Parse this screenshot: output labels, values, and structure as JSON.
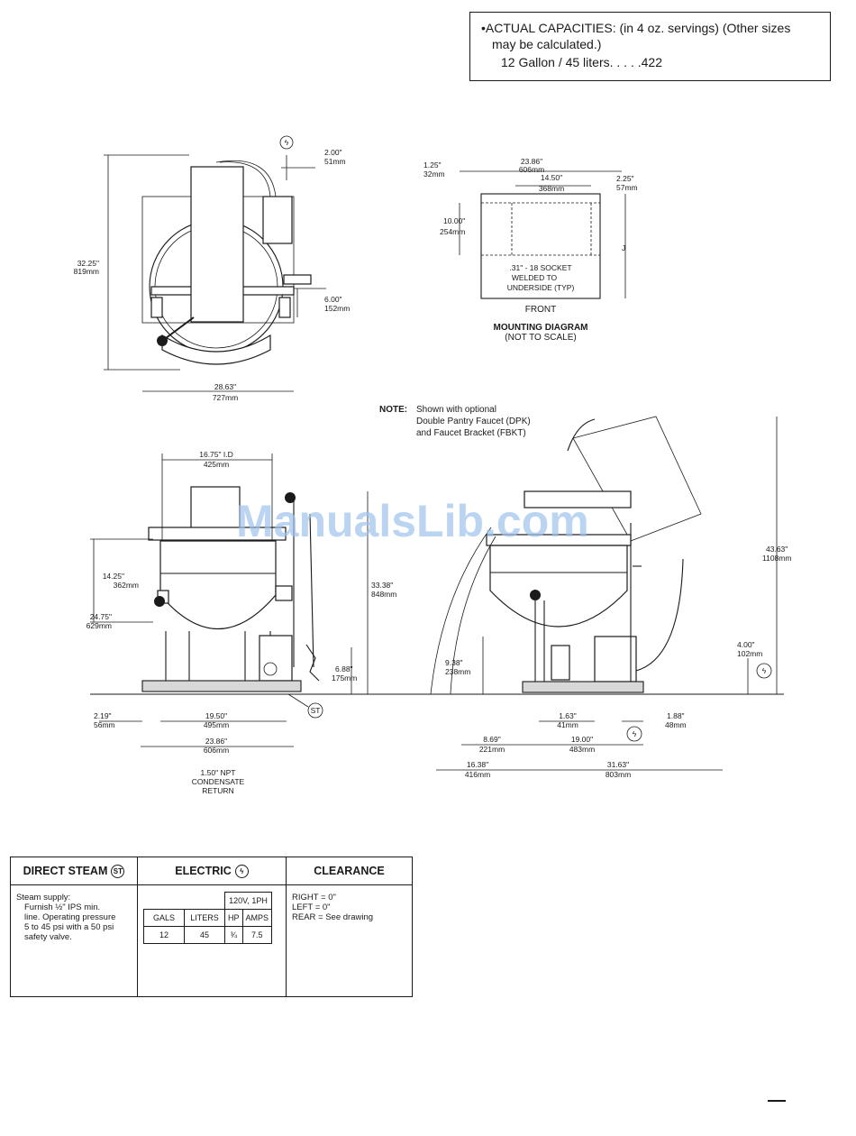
{
  "capacities": {
    "line1": "•ACTUAL CAPACITIES: (in 4 oz. servings) (Other sizes",
    "line2": "may be calculated.)",
    "line3": "12 Gallon / 45 liters. . . . .422"
  },
  "watermark": "ManualsLib.com",
  "top_view": {
    "dim_height": [
      "32.25\"",
      "819mm"
    ],
    "dim_width": [
      "28.63\"",
      "727mm"
    ],
    "dim_top": [
      "2.00\"",
      "51mm"
    ],
    "dim_side": [
      "6.00\"",
      "152mm"
    ]
  },
  "mounting": {
    "title": "MOUNTING DIAGRAM",
    "subtitle": "(NOT TO SCALE)",
    "front": "FRONT",
    "socket_note": [
      ".31\" - 18 SOCKET",
      "WELDED TO",
      "UNDERSIDE (TYP)"
    ],
    "dim_width": [
      "23.86\"",
      "606mm"
    ],
    "dim_inner": [
      "14.50\"",
      "368mm"
    ],
    "dim_left": [
      "1.25\"",
      "32mm"
    ],
    "dim_right": [
      "2.25\"",
      "57mm"
    ],
    "dim_depth": [
      "10.00\"",
      "254mm"
    ],
    "dim_j": "J"
  },
  "note": {
    "label": "NOTE:",
    "lines": [
      "Shown with optional",
      "Double Pantry Faucet (DPK)",
      "and Faucet Bracket (FBKT)"
    ]
  },
  "front_view": {
    "dim_id": [
      "16.75\" I.D",
      "425mm"
    ],
    "dim_a": [
      "14.25\"",
      "362mm"
    ],
    "dim_b": [
      "24.75\"",
      "629mm"
    ],
    "dim_c": [
      "33.38\"",
      "848mm"
    ],
    "dim_d": [
      "6.88\"",
      "175mm"
    ],
    "dim_e": [
      "2.19\"",
      "56mm"
    ],
    "dim_f": [
      "19.50\"",
      "495mm"
    ],
    "dim_g": [
      "23.86\"",
      "606mm"
    ],
    "condensate": [
      "1.50\" NPT",
      "CONDENSATE",
      "RETURN"
    ]
  },
  "side_view": {
    "dim_a": [
      "43.63\"",
      "1108mm"
    ],
    "dim_b": [
      "4.00\"",
      "102mm"
    ],
    "dim_c": [
      "9.38\"",
      "238mm"
    ],
    "dim_d": [
      "1.63\"",
      "41mm"
    ],
    "dim_e": [
      "1.88\"",
      "48mm"
    ],
    "dim_f": [
      "8.69\"",
      "221mm"
    ],
    "dim_g": [
      "19.00\"",
      "483mm"
    ],
    "dim_h": [
      "16.38\"",
      "416mm"
    ],
    "dim_i": [
      "31.63\"",
      "803mm"
    ]
  },
  "spec_table": {
    "steam": {
      "heading": "DIRECT STEAM",
      "icon_text": "ST",
      "lines": [
        "Steam supply:",
        "Furnish ½\" IPS min.",
        "line. Operating pressure",
        "5 to 45 psi with a 50 psi",
        "safety valve."
      ]
    },
    "electric": {
      "heading": "ELECTRIC",
      "icon_text": "ϟ",
      "voltage": "120V, 1PH",
      "headers": [
        "GALS",
        "LITERS",
        "HP",
        "AMPS"
      ],
      "row": [
        "12",
        "45",
        "¾",
        "7.5"
      ]
    },
    "clearance": {
      "heading": "CLEARANCE",
      "lines": [
        "RIGHT = 0\"",
        "LEFT  = 0\"",
        "REAR  = See drawing"
      ]
    }
  },
  "colors": {
    "ink": "#1a1a1a",
    "watermark": "#9fc3ec",
    "paper": "#ffffff"
  }
}
